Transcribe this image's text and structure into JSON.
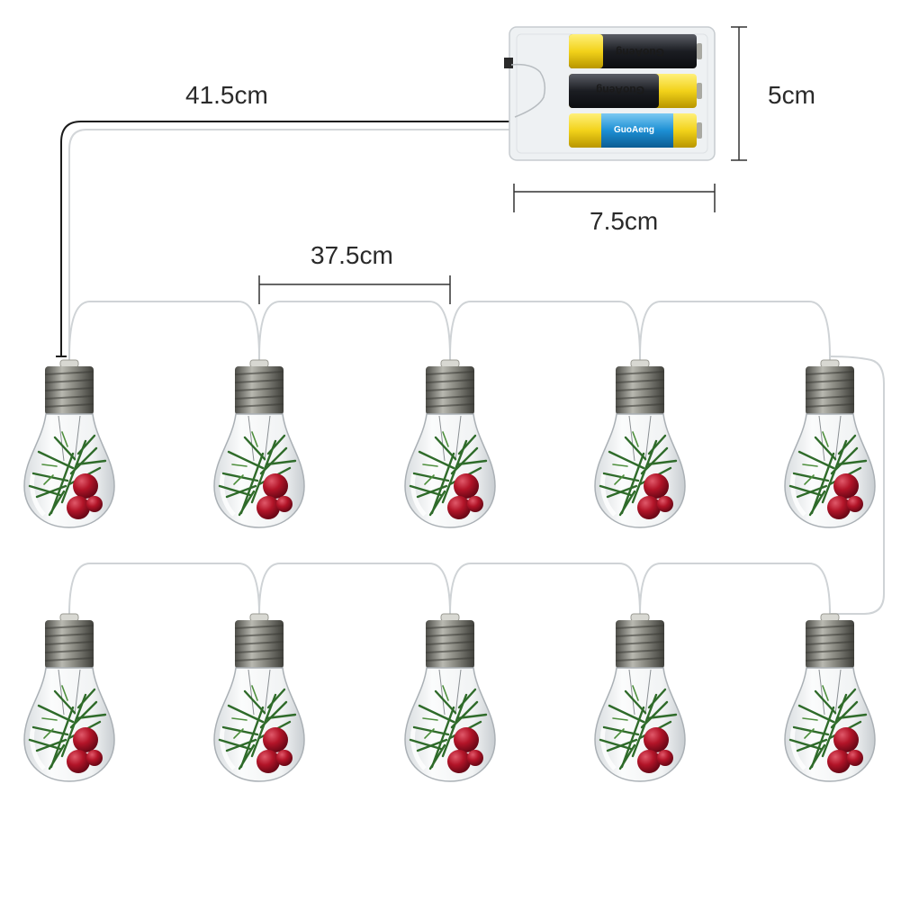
{
  "dimensions": {
    "lead_wire_length": "41.5cm",
    "bulb_spacing": "37.5cm",
    "battery_box_height": "5cm",
    "battery_box_width": "7.5cm"
  },
  "battery_box": {
    "battery_count": 3,
    "battery_labels": [
      "GuoAeng",
      "GuoAeng",
      "GuoAeng"
    ],
    "colors": {
      "box": "#eef1f3",
      "battery_yellow": "#f2d21a",
      "battery_dark": "#1b1d22",
      "battery_blue": "#1d8fd4"
    }
  },
  "bulbs": {
    "rows": 2,
    "per_row": 5,
    "total": 10,
    "decoration": [
      "pine-sprig",
      "red-berries"
    ],
    "colors": {
      "cap": "#7a7a74",
      "glass": "#f4f6f7",
      "pine": "#2f6b2a",
      "berry": "#b21428",
      "wire": "#cfd3d6"
    }
  }
}
